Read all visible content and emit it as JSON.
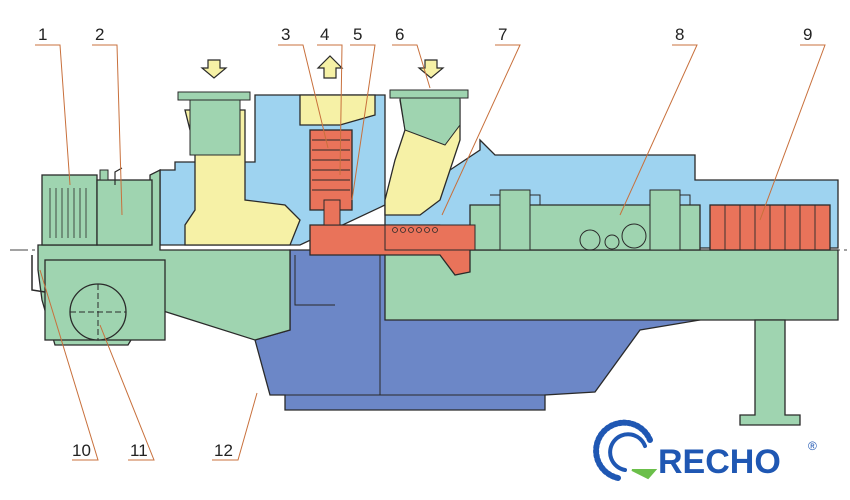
{
  "figure": {
    "callouts": [
      "1",
      "2",
      "3",
      "4",
      "5",
      "6",
      "7",
      "8",
      "9",
      "10",
      "11",
      "12"
    ]
  },
  "logo": {
    "text": "RECHO",
    "registered": "®"
  },
  "colors": {
    "green": "#9fd4b0",
    "light_blue": "#9ed3f0",
    "dark_blue": "#6c87c7",
    "yellow": "#f6f1a6",
    "red_orange": "#e9735a",
    "outline": "#2a2a2a",
    "leader": "#c8703c",
    "logo_blue": "#1f57b3",
    "logo_green": "#6bbf4a"
  }
}
